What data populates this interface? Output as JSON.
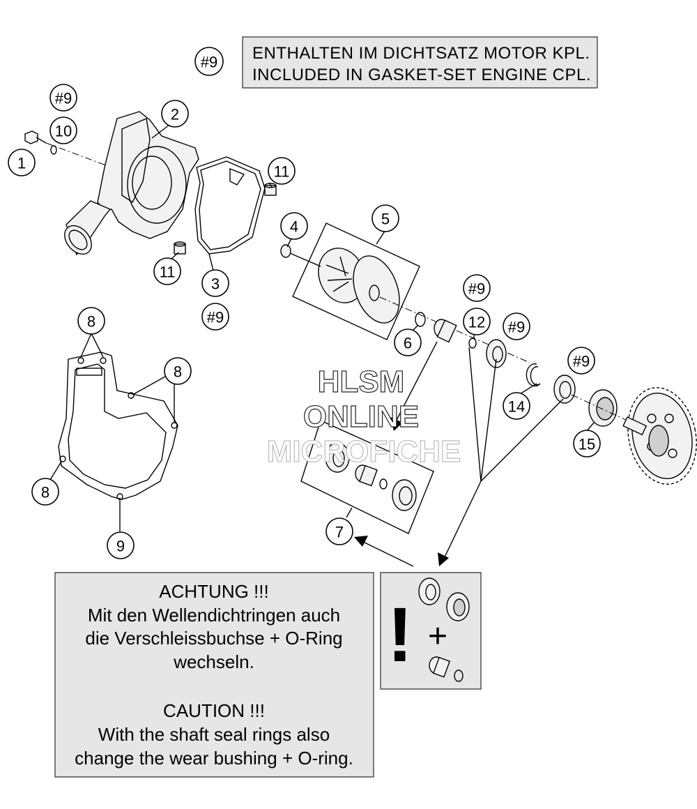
{
  "header_note": {
    "ref_label": "#9",
    "line1": "ENTHALTEN IM DICHTSATZ MOTOR KPL.",
    "line2": "INCLUDED IN GASKET-SET ENGINE CPL."
  },
  "callouts": {
    "c_9_a": "#9",
    "c_10": "10",
    "c_1": "1",
    "c_2": "2",
    "c_11_a": "11",
    "c_11_b": "11",
    "c_3": "3",
    "c_9_b": "#9",
    "c_4": "4",
    "c_5": "5",
    "c_6": "6",
    "c_9_c": "#9",
    "c_12": "12",
    "c_9_d": "#9",
    "c_9_e": "#9",
    "c_14": "14",
    "c_15": "15",
    "c_8_a": "8",
    "c_8_b": "8",
    "c_8_c": "8",
    "c_9_f": "9",
    "c_7": "7"
  },
  "watermark": {
    "line1": "HLSM",
    "line2": "ONLINE",
    "line3": "MICROFICHE"
  },
  "warning_note": {
    "de_title": "ACHTUNG !!!",
    "de_line1": "Mit den Wellendichtringen auch",
    "de_line2": "die Verschleissbuchse + O-Ring",
    "de_line3": "wechseln.",
    "en_title": "CAUTION !!!",
    "en_line1": "With the shaft seal rings also",
    "en_line2": "change the wear bushing + O-ring."
  },
  "warning_icon": {
    "exclamation": "!",
    "plus": "+"
  }
}
